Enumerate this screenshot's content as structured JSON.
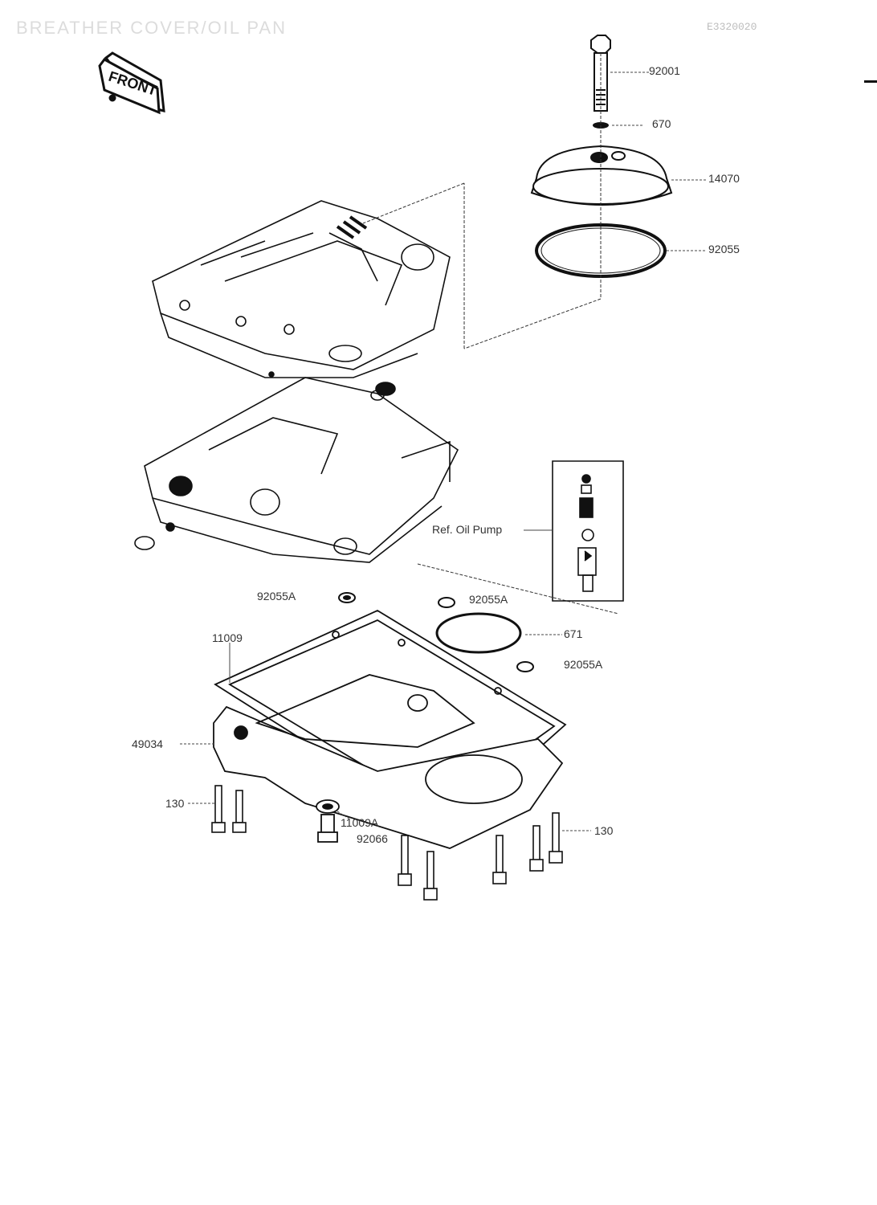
{
  "diagram": {
    "title": "BREATHER COVER/OIL PAN",
    "code": "E3320020",
    "front_marker": "FRONT"
  },
  "parts": {
    "p92001": "92001",
    "p670": "670",
    "p14070": "14070",
    "p92055": "92055",
    "ref_oil_pump": "Ref. Oil Pump",
    "p92055a_left": "92055A",
    "p92055a_mid": "92055A",
    "p671": "671",
    "p92055a_right": "92055A",
    "p11009": "11009",
    "p49034": "49034",
    "p130_left": "130",
    "p130_right": "130",
    "p11009a": "11009A",
    "p92066": "92066"
  }
}
